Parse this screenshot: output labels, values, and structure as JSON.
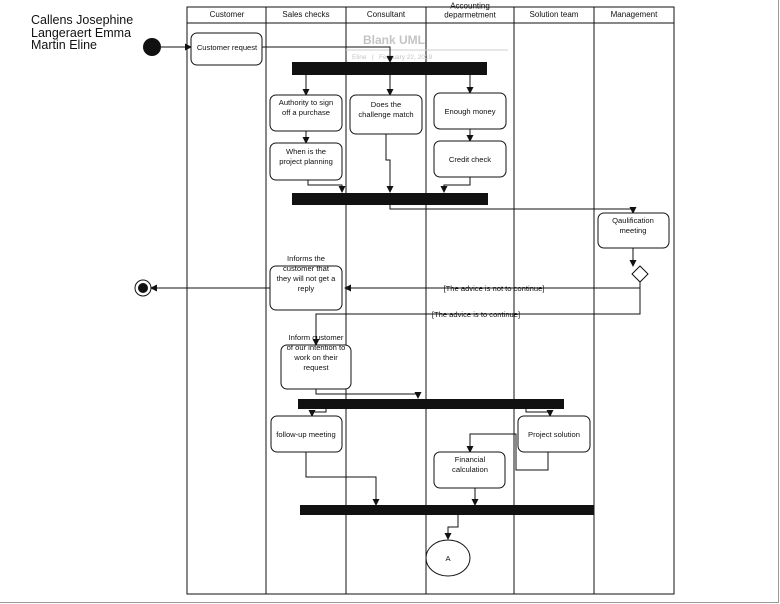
{
  "authors": [
    "Callens Josephine",
    "Langeraert Emma",
    "Martin Eline"
  ],
  "watermark": {
    "title": "Blank UML",
    "author": "Eline",
    "date": "February 22, 2019"
  },
  "lanes": [
    "Customer",
    "Sales checks",
    "Consultant",
    "Accounting\ndeparmetment",
    "Solution team",
    "Management"
  ],
  "nodes": {
    "customer_request": "Customer request",
    "authority": "Authority to sign\noff a purchase",
    "challenge": "Does the\nchallenge match",
    "enough_money": "Enough money",
    "planning": "When is the\nproject planning",
    "credit_check": "Credit check",
    "qualification": "Qaulification\nmeeting",
    "informs_no_reply": "Informs the\ncustomer that\nthey will not get a\nreply",
    "inform_intention": "Inform customer\nof our intention to\nwork on their\nrequest",
    "follow_up": "follow-up meeting",
    "project_solution": "Project solution",
    "financial": "Financial\ncalculation",
    "connector": "A"
  },
  "guards": {
    "not_continue": "[The advice is not to continue]",
    "continue": "[The advice is to continue]"
  }
}
